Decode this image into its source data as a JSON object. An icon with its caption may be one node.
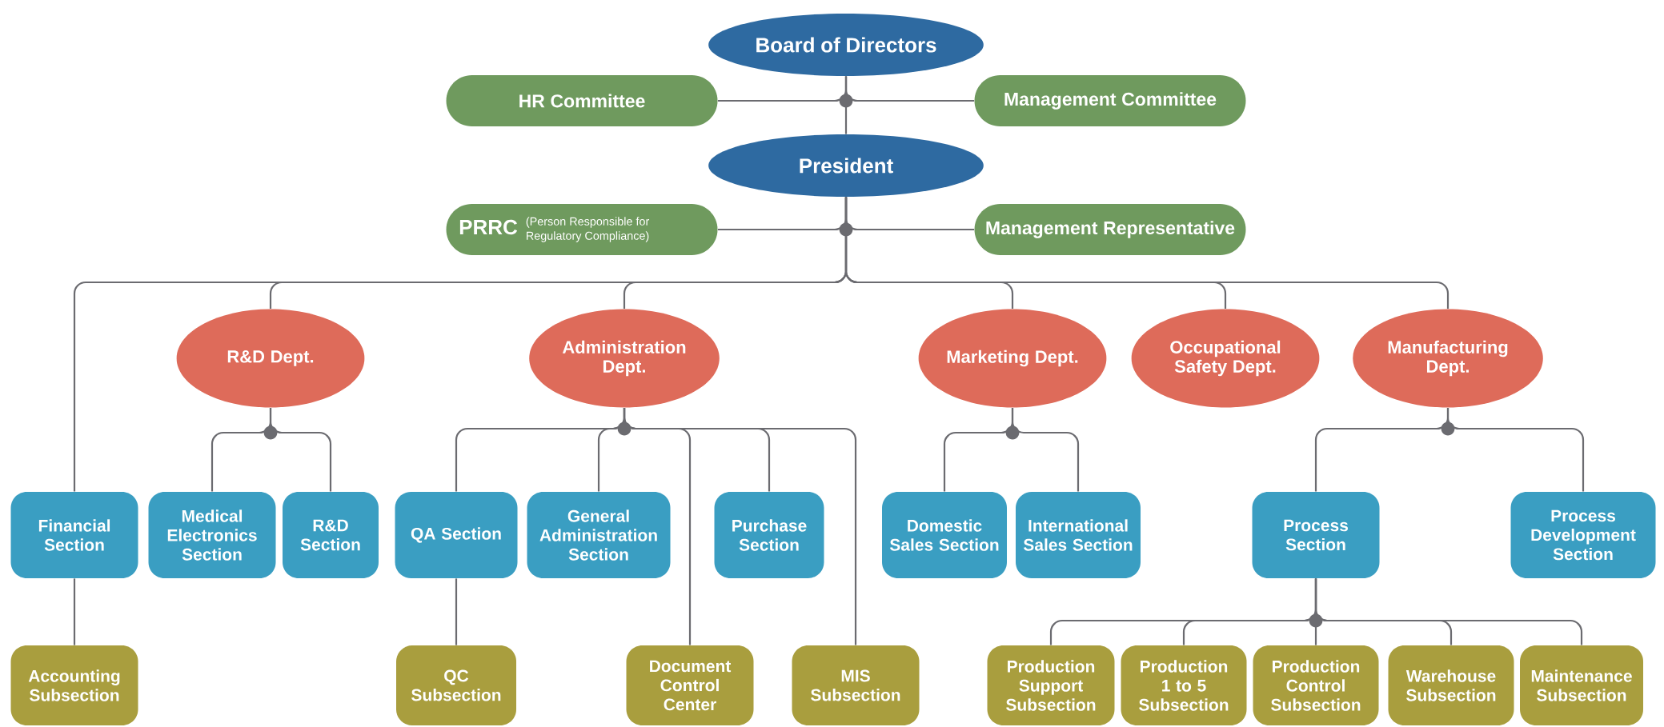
{
  "diagram": {
    "nodes": [
      {
        "text": [
          "Board of Directors"
        ]
      },
      {
        "text": [
          "HR Committee"
        ]
      },
      {
        "text": [
          "Management Committee"
        ]
      },
      {
        "text": [
          "President"
        ]
      },
      {
        "text": [
          "PRRC",
          "(Person Responsible for Regulatory Compliance)"
        ]
      },
      {
        "text": [
          "Management Representative"
        ]
      },
      {
        "text": [
          "R&D Dept."
        ]
      },
      {
        "text": [
          "Administration Dept."
        ]
      },
      {
        "text": [
          "Marketing Dept."
        ]
      },
      {
        "text": [
          "Occupational Safety Dept."
        ]
      },
      {
        "text": [
          "Manufacturing Dept."
        ]
      },
      {
        "text": [
          "Financial Section"
        ]
      },
      {
        "text": [
          "Medical Electronics Section"
        ]
      },
      {
        "text": [
          "R&D Section"
        ]
      },
      {
        "text": [
          "QA Section"
        ]
      },
      {
        "text": [
          "General Administration Section"
        ]
      },
      {
        "text": [
          "Purchase Section"
        ]
      },
      {
        "text": [
          "Domestic Sales Section"
        ]
      },
      {
        "text": [
          "International Sales Section"
        ]
      },
      {
        "text": [
          "Process Section"
        ]
      },
      {
        "text": [
          "Process Development Section"
        ]
      },
      {
        "text": [
          "Accounting Subsection"
        ]
      },
      {
        "text": [
          "QC Subsection"
        ]
      },
      {
        "text": [
          "Document Control Center"
        ]
      },
      {
        "text": [
          "MIS Subsection"
        ]
      },
      {
        "text": [
          "Production Support Subsection"
        ]
      },
      {
        "text": [
          "Production 1 to 5 Subsection"
        ]
      },
      {
        "text": [
          "Production Control Subsection"
        ]
      },
      {
        "text": [
          "Warehouse Subsection"
        ]
      },
      {
        "text": [
          "Maintenance Subsection"
        ]
      }
    ],
    "edges": [
      {
        "from": 0,
        "to": 1,
        "arrow": "none"
      },
      {
        "from": 0,
        "to": 2,
        "arrow": "none"
      },
      {
        "from": 0,
        "to": 3,
        "arrow": "none"
      },
      {
        "from": 3,
        "to": 4,
        "arrow": "none"
      },
      {
        "from": 3,
        "to": 5,
        "arrow": "none"
      },
      {
        "from": 3,
        "to": 11,
        "arrow": "none"
      },
      {
        "from": 3,
        "to": 6,
        "arrow": "none"
      },
      {
        "from": 3,
        "to": 7,
        "arrow": "none"
      },
      {
        "from": 3,
        "to": 8,
        "arrow": "none"
      },
      {
        "from": 3,
        "to": 9,
        "arrow": "none"
      },
      {
        "from": 3,
        "to": 10,
        "arrow": "none"
      },
      {
        "from": 6,
        "to": 12,
        "arrow": "none"
      },
      {
        "from": 6,
        "to": 13,
        "arrow": "none"
      },
      {
        "from": 7,
        "to": 14,
        "arrow": "none"
      },
      {
        "from": 7,
        "to": 15,
        "arrow": "none"
      },
      {
        "from": 7,
        "to": 23,
        "arrow": "none"
      },
      {
        "from": 7,
        "to": 16,
        "arrow": "none"
      },
      {
        "from": 7,
        "to": 24,
        "arrow": "none"
      },
      {
        "from": 8,
        "to": 17,
        "arrow": "none"
      },
      {
        "from": 8,
        "to": 18,
        "arrow": "none"
      },
      {
        "from": 10,
        "to": 19,
        "arrow": "none"
      },
      {
        "from": 10,
        "to": 20,
        "arrow": "none"
      },
      {
        "from": 11,
        "to": 21,
        "arrow": "none"
      },
      {
        "from": 14,
        "to": 22,
        "arrow": "none"
      },
      {
        "from": 19,
        "to": 25,
        "arrow": "none"
      },
      {
        "from": 19,
        "to": 26,
        "arrow": "none"
      },
      {
        "from": 19,
        "to": 27,
        "arrow": "none"
      },
      {
        "from": 19,
        "to": 28,
        "arrow": "none"
      },
      {
        "from": 19,
        "to": 29,
        "arrow": "none"
      }
    ]
  }
}
